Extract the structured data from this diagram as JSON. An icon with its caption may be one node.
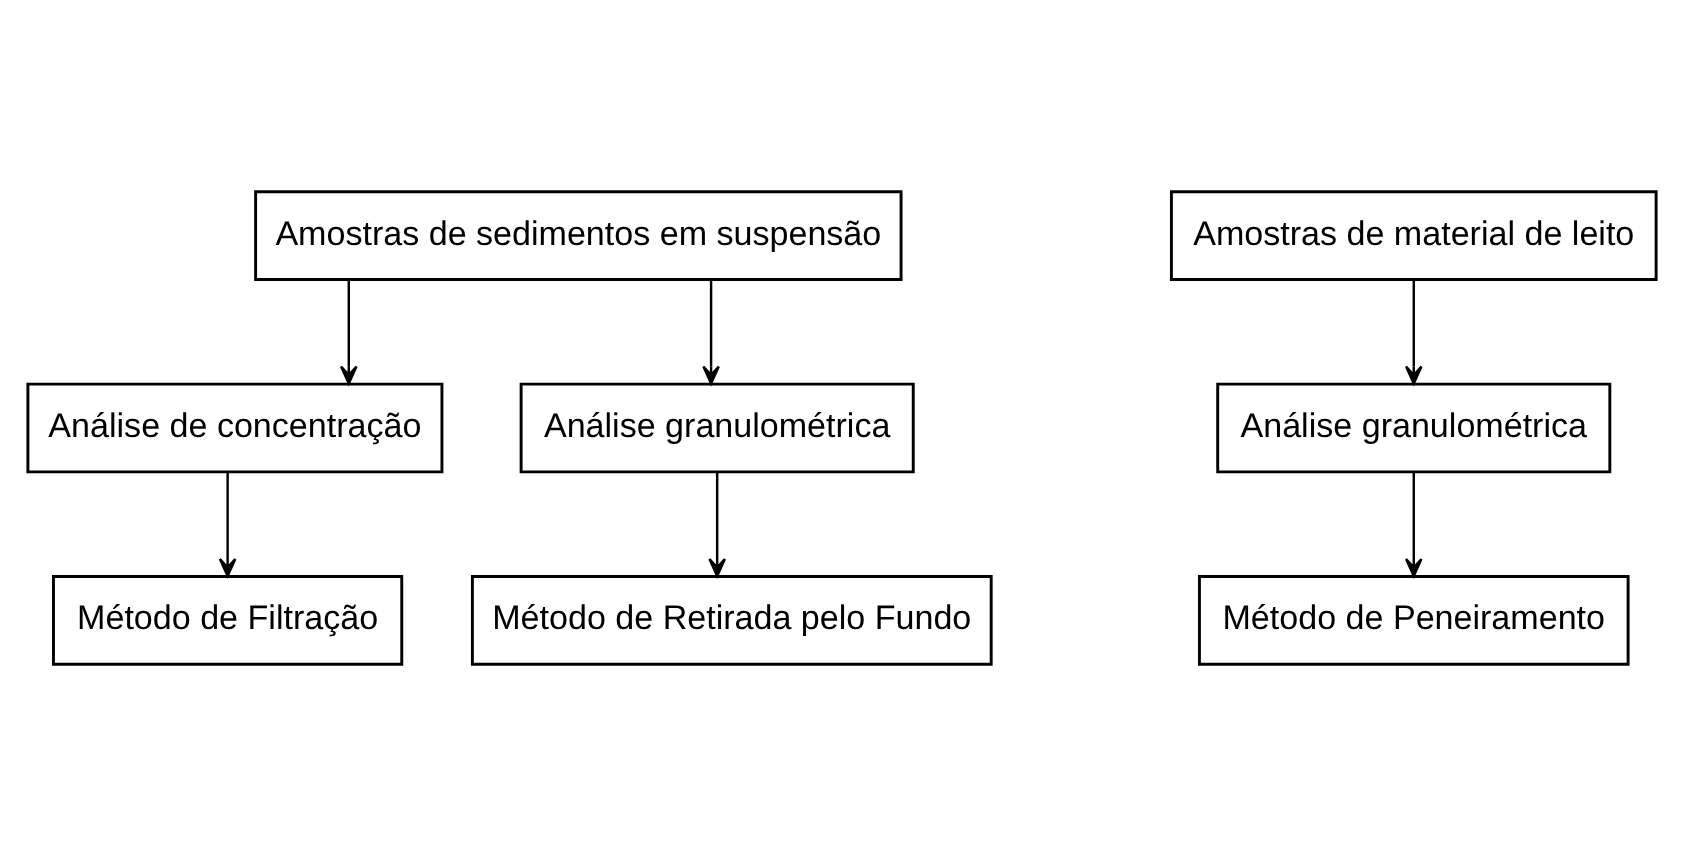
{
  "diagram": {
    "nodes": [
      {
        "text": [
          "Amostras de sedimentos em suspensão"
        ]
      },
      {
        "text": [
          "Amostras de material de leito"
        ]
      },
      {
        "text": [
          "Análise de concentração"
        ]
      },
      {
        "text": [
          "Análise granulométrica"
        ]
      },
      {
        "text": [
          "Análise granulométrica"
        ]
      },
      {
        "text": [
          "Método de Filtração"
        ]
      },
      {
        "text": [
          "Método de Retirada pelo Fundo"
        ]
      },
      {
        "text": [
          "Método de Peneiramento"
        ]
      }
    ],
    "edges": [
      {
        "from": 0,
        "to": 2,
        "arrow": "to"
      },
      {
        "from": 0,
        "to": 3,
        "arrow": "to"
      },
      {
        "from": 1,
        "to": 4,
        "arrow": "to"
      },
      {
        "from": 2,
        "to": 5,
        "arrow": "to"
      },
      {
        "from": 3,
        "to": 6,
        "arrow": "to"
      },
      {
        "from": 4,
        "to": 7,
        "arrow": "to"
      }
    ]
  }
}
